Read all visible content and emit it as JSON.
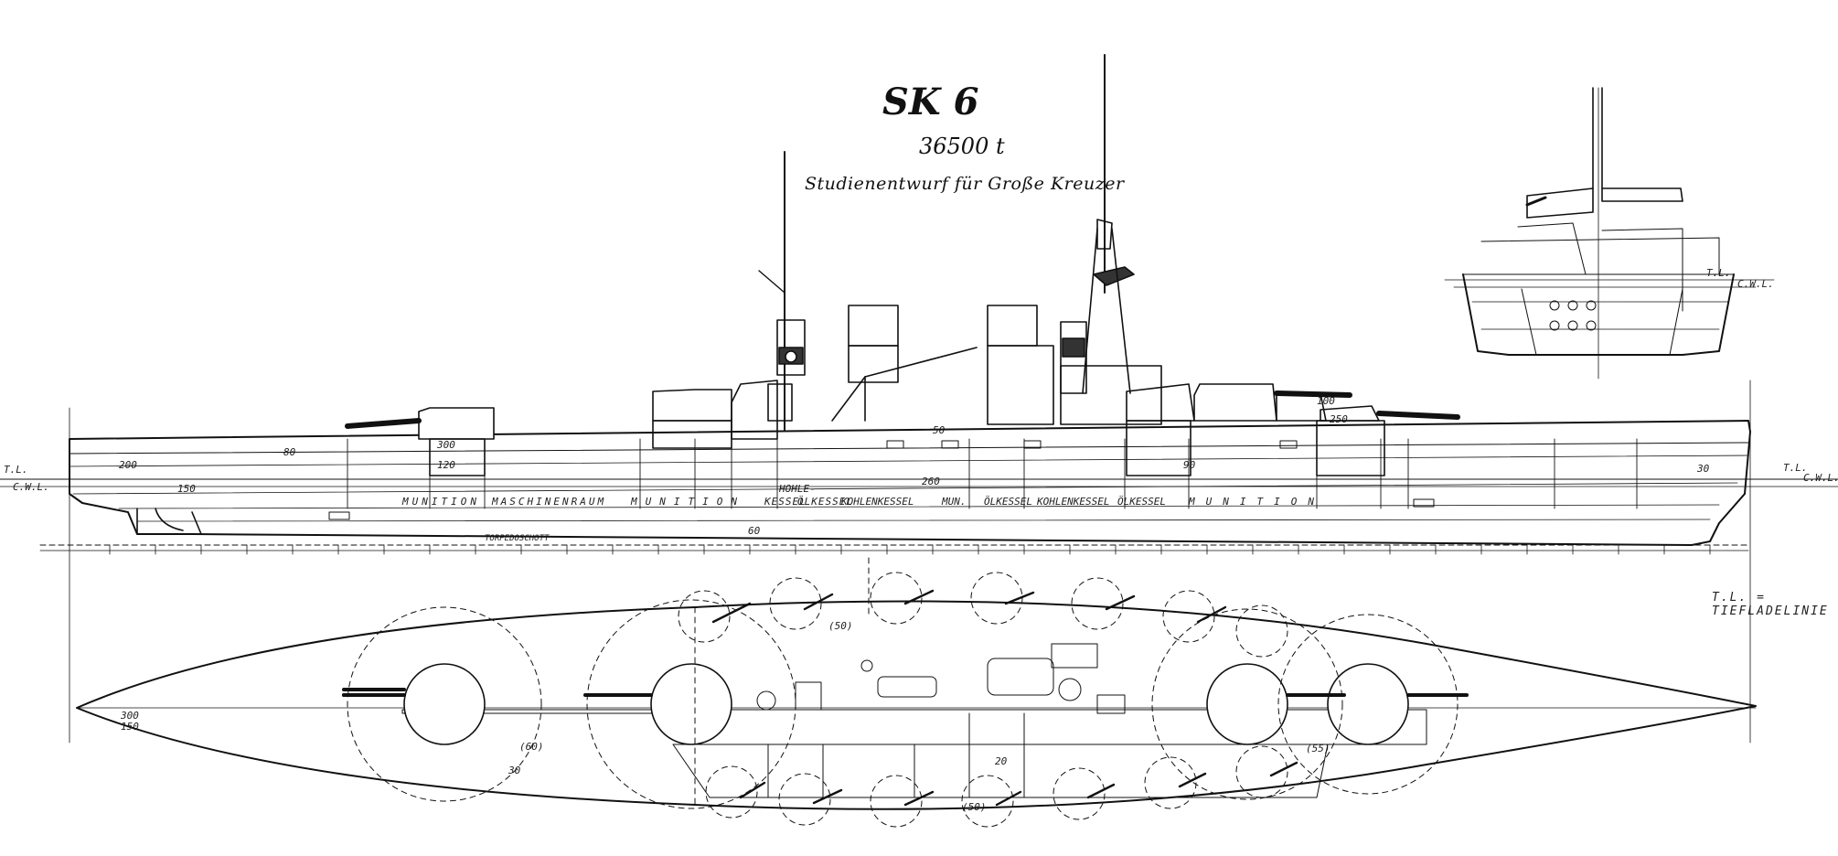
{
  "drawing": {
    "title": "SK 6",
    "displacement": "36500 t",
    "caption": "Studienentwurf für Große Kreuzer",
    "legend": "T.L. = TIEFLADELINIE",
    "waterline_labels": {
      "tl_left": "T.L.",
      "cwl_left": "C.W.L.",
      "tl_right": "T.L.",
      "cwl_right": "C.W.L.",
      "tl_section": "T.L.",
      "cwl_section": "C.W.L."
    },
    "compartments": [
      "MUNITION",
      "MASCHINENRAUM",
      "MUNITION",
      "KESSEL",
      "ÖLKESSEL",
      "KOHLENKESSEL",
      "MUN.",
      "ÖLKESSEL",
      "KOHLENKESSEL",
      "ÖLKESSEL",
      "MUNITION"
    ],
    "hull_labels": [
      "HOHLE-",
      "TORPEDOSCHOTT"
    ],
    "armor_values": [
      "300",
      "150",
      "250",
      "200",
      "120",
      "90",
      "50",
      "80",
      "30",
      "60",
      "260",
      "100"
    ],
    "plan_labels": [
      "(50)",
      "(60)",
      "(55)",
      "(50)",
      "300",
      "150",
      "30",
      "20"
    ]
  }
}
